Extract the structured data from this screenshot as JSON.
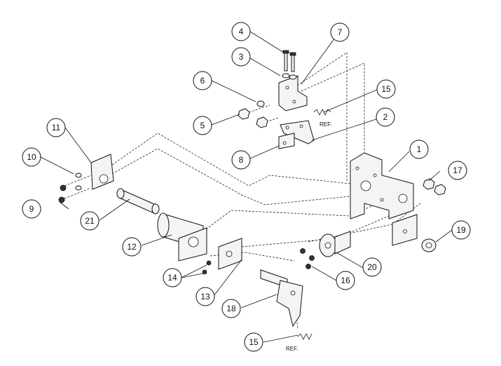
{
  "callouts": {
    "c1": "1",
    "c2": "2",
    "c3": "3",
    "c4": "4",
    "c5": "5",
    "c6": "6",
    "c7": "7",
    "c8": "8",
    "c9": "9",
    "c10": "10",
    "c11": "11",
    "c12": "12",
    "c13": "13",
    "c14": "14",
    "c15a": "15",
    "c15b": "15",
    "c16": "16",
    "c17": "17",
    "c18": "18",
    "c19": "19",
    "c20": "20",
    "c21": "21"
  },
  "ref_labels": {
    "top": "REF.",
    "bottom": "REF."
  }
}
